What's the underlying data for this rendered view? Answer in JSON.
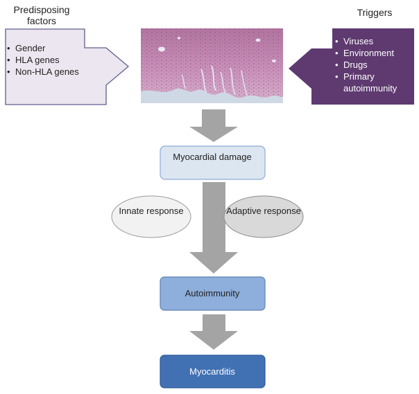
{
  "predisposing": {
    "heading": "Predisposing factors",
    "items": [
      "Gender",
      "HLA genes",
      "Non-HLA genes"
    ]
  },
  "triggers": {
    "heading": "Triggers",
    "items": [
      "Viruses",
      "Environment",
      "Drugs",
      "Primary autoimmunity"
    ]
  },
  "steps": {
    "damage": "Myocardial damage",
    "autoimmunity": "Autoimmunity",
    "myocarditis": "Myocarditis"
  },
  "responses": {
    "innate": "Innate response",
    "adaptive": "Adaptive response"
  },
  "colors": {
    "predisposing_fill": "#ebe6ef",
    "predisposing_border": "#5f5e8e",
    "triggers_fill": "#5e3a70",
    "damage_fill": "#dce6f0",
    "autoimmunity_fill": "#8eaedb",
    "myocarditis_fill": "#4271b3",
    "arrow_gray": "#a4a4a4",
    "innate_fill": "#f2f2f2",
    "adaptive_fill": "#d9d9d9",
    "tissue_pink": "#c98fb9",
    "tissue_purple": "#7f4f86"
  },
  "image": {
    "name": "histology-micrograph"
  }
}
